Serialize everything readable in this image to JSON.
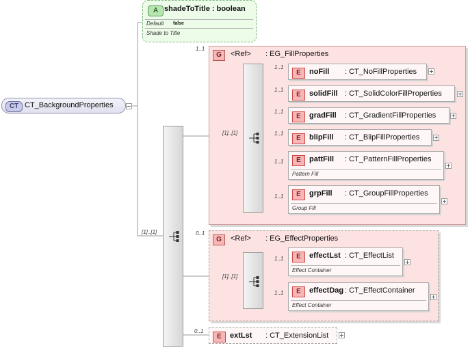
{
  "root": {
    "badge": "CT",
    "name": "CT_BackgroundProperties"
  },
  "attribute": {
    "badge": "A",
    "name": "shadeToTitle",
    "type": ": boolean",
    "default_label": "Default",
    "default_value": "false",
    "doc": "Shade to Title"
  },
  "main_sequence": {
    "cardinality": "[1]..[1]"
  },
  "fill_group": {
    "badge": "G",
    "ref": "<Ref>",
    "name": ": EG_FillProperties",
    "cardinality": "1..1",
    "sequence_cardinality": "[1]..[1]",
    "elements": [
      {
        "badge": "E",
        "name": "noFill",
        "type": ": CT_NoFillProperties",
        "card": "1..1",
        "doc": ""
      },
      {
        "badge": "E",
        "name": "solidFill",
        "type": ": CT_SolidColorFillProperties",
        "card": "1..1",
        "doc": ""
      },
      {
        "badge": "E",
        "name": "gradFill",
        "type": ": CT_GradientFillProperties",
        "card": "1..1",
        "doc": ""
      },
      {
        "badge": "E",
        "name": "blipFill",
        "type": ": CT_BlipFillProperties",
        "card": "1..1",
        "doc": ""
      },
      {
        "badge": "E",
        "name": "pattFill",
        "type": ": CT_PatternFillProperties",
        "card": "1..1",
        "doc": "Pattern Fill"
      },
      {
        "badge": "E",
        "name": "grpFill",
        "type": ": CT_GroupFillProperties",
        "card": "1..1",
        "doc": "Group Fill"
      }
    ]
  },
  "effect_group": {
    "badge": "G",
    "ref": "<Ref>",
    "name": ": EG_EffectProperties",
    "cardinality": "0..1",
    "sequence_cardinality": "[1]..[1]",
    "elements": [
      {
        "badge": "E",
        "name": "effectLst",
        "type": ": CT_EffectList",
        "card": "1..1",
        "doc": "Effect Container"
      },
      {
        "badge": "E",
        "name": "effectDag",
        "type": ": CT_EffectContainer",
        "card": "1..1",
        "doc": "Effect Container"
      }
    ]
  },
  "ext_element": {
    "badge": "E",
    "name": "extLst",
    "type": ": CT_ExtensionList",
    "card": "0..1"
  },
  "colors": {
    "complex_type_fill": "#e1e1ef",
    "attribute_fill": "#edfbe9",
    "group_fill": "#fde2e2",
    "element_badge": "#f8b7b7"
  }
}
